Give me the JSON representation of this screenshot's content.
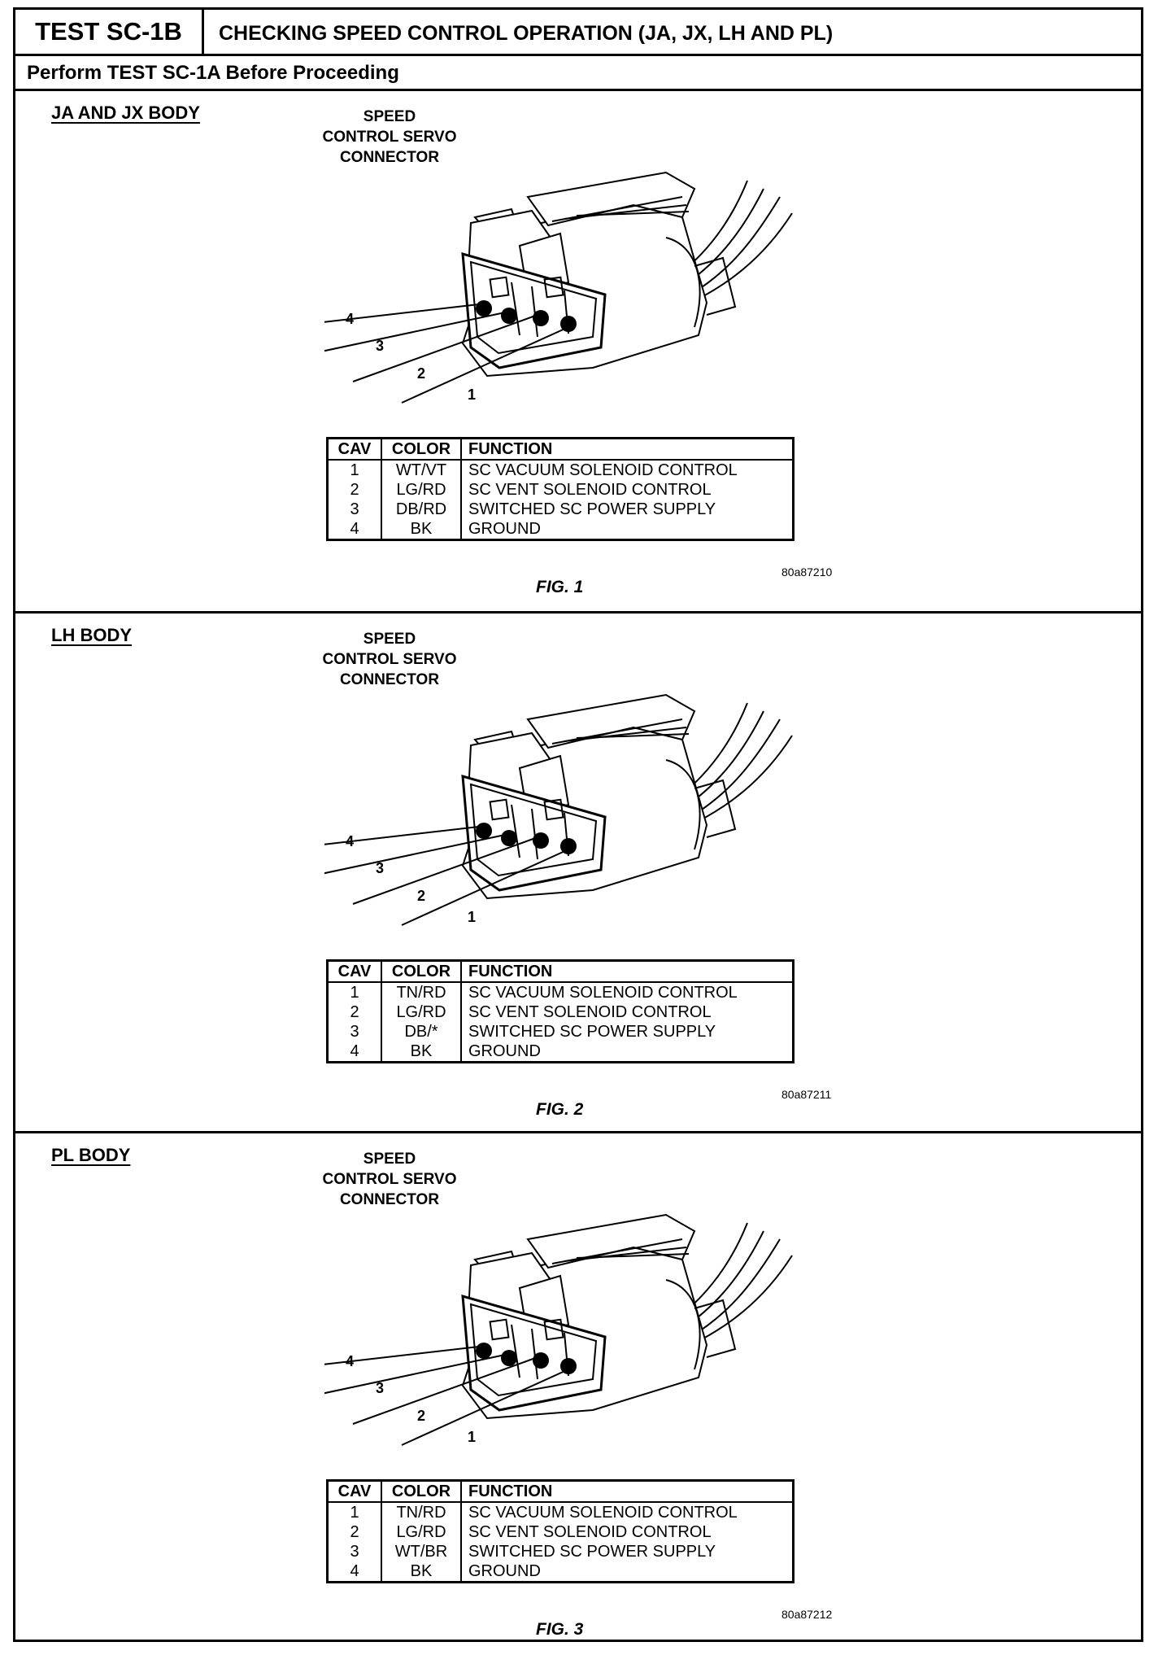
{
  "header": {
    "test_id": "TEST SC-1B",
    "title": "CHECKING SPEED CONTROL OPERATION (JA, JX, LH AND PL)",
    "subtitle": "Perform TEST SC-1A Before Proceeding"
  },
  "figures": [
    {
      "body_label": "JA AND JX BODY",
      "connector_label": [
        "SPEED",
        "CONTROL SERVO",
        "CONNECTOR"
      ],
      "pin_callouts": [
        "4",
        "3",
        "2",
        "1"
      ],
      "table_headers": [
        "CAV",
        "COLOR",
        "FUNCTION"
      ],
      "rows": [
        {
          "cav": "1",
          "color": "WT/VT",
          "function": "SC VACUUM SOLENOID CONTROL"
        },
        {
          "cav": "2",
          "color": "LG/RD",
          "function": "SC VENT SOLENOID CONTROL"
        },
        {
          "cav": "3",
          "color": "DB/RD",
          "function": "SWITCHED SC POWER SUPPLY"
        },
        {
          "cav": "4",
          "color": "BK",
          "function": "GROUND"
        }
      ],
      "figure_code": "80a87210",
      "caption": "FIG. 1"
    },
    {
      "body_label": "LH BODY",
      "connector_label": [
        "SPEED",
        "CONTROL SERVO",
        "CONNECTOR"
      ],
      "pin_callouts": [
        "4",
        "3",
        "2",
        "1"
      ],
      "table_headers": [
        "CAV",
        "COLOR",
        "FUNCTION"
      ],
      "rows": [
        {
          "cav": "1",
          "color": "TN/RD",
          "function": "SC VACUUM SOLENOID CONTROL"
        },
        {
          "cav": "2",
          "color": "LG/RD",
          "function": "SC VENT SOLENOID CONTROL"
        },
        {
          "cav": "3",
          "color": "DB/*",
          "function": "SWITCHED SC POWER SUPPLY"
        },
        {
          "cav": "4",
          "color": "BK",
          "function": "GROUND"
        }
      ],
      "figure_code": "80a87211",
      "caption": "FIG. 2"
    },
    {
      "body_label": "PL BODY",
      "connector_label": [
        "SPEED",
        "CONTROL SERVO",
        "CONNECTOR"
      ],
      "pin_callouts": [
        "4",
        "3",
        "2",
        "1"
      ],
      "table_headers": [
        "CAV",
        "COLOR",
        "FUNCTION"
      ],
      "rows": [
        {
          "cav": "1",
          "color": "TN/RD",
          "function": "SC VACUUM SOLENOID CONTROL"
        },
        {
          "cav": "2",
          "color": "LG/RD",
          "function": "SC VENT SOLENOID CONTROL"
        },
        {
          "cav": "3",
          "color": "WT/BR",
          "function": "SWITCHED SC POWER SUPPLY"
        },
        {
          "cav": "4",
          "color": "BK",
          "function": "GROUND"
        }
      ],
      "figure_code": "80a87212",
      "caption": "FIG. 3"
    }
  ]
}
